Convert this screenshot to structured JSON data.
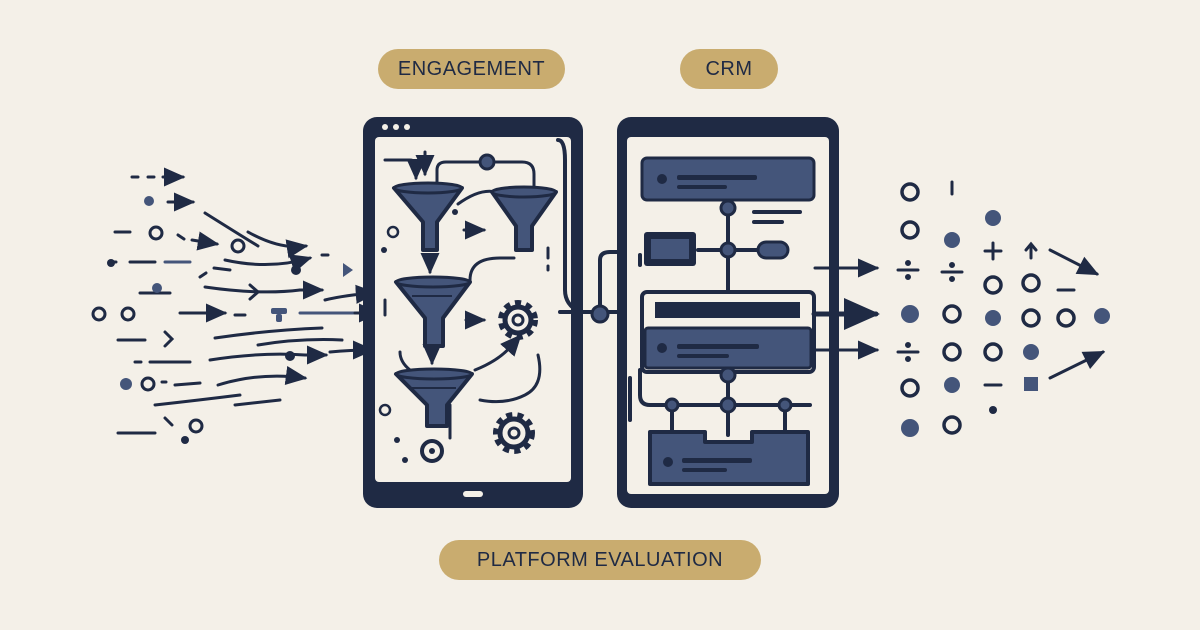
{
  "labels": {
    "engagement": "ENGAGEMENT",
    "crm": "CRM",
    "platform_evaluation": "PLATFORM EVALUATION"
  },
  "colors": {
    "background": "#f4f0e8",
    "navy": "#1f2a44",
    "slate": "#44557a",
    "pill": "#c9ac6f",
    "screen": "#f4f0e8"
  },
  "icons": [
    "tablet-icon",
    "funnel-icon",
    "gear-icon",
    "record-card-icon",
    "arrow-right-icon",
    "circle-icon",
    "dot-icon",
    "plus-icon",
    "divide-icon",
    "square-icon"
  ]
}
